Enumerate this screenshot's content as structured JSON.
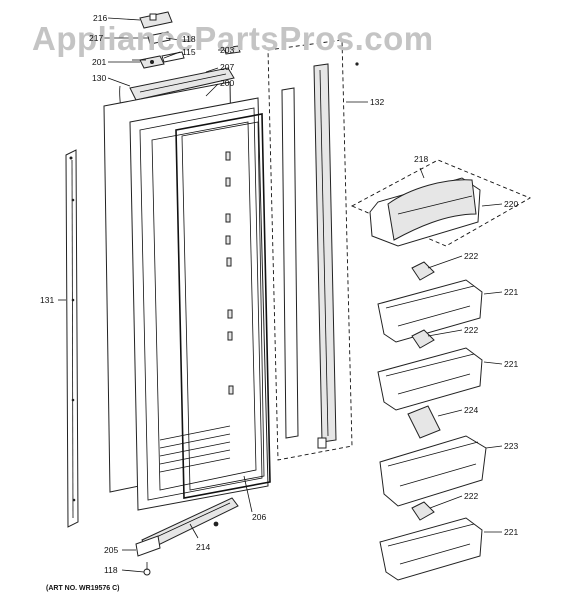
{
  "watermark": "AppliancePartsPros.com",
  "art_number": "(ART NO. WR19576 C)",
  "callouts": {
    "c216": "216",
    "c217": "217",
    "c118a": "118",
    "c115": "115",
    "c203": "203",
    "c201": "201",
    "c207": "207",
    "c130": "130",
    "c200": "200",
    "c132": "132",
    "c218": "218",
    "c220": "220",
    "c222a": "222",
    "c221a": "221",
    "c222b": "222",
    "c221b": "221",
    "c224": "224",
    "c223": "223",
    "c222c": "222",
    "c221c": "221",
    "c131": "131",
    "c206": "206",
    "c214": "214",
    "c205": "205",
    "c118b": "118"
  }
}
